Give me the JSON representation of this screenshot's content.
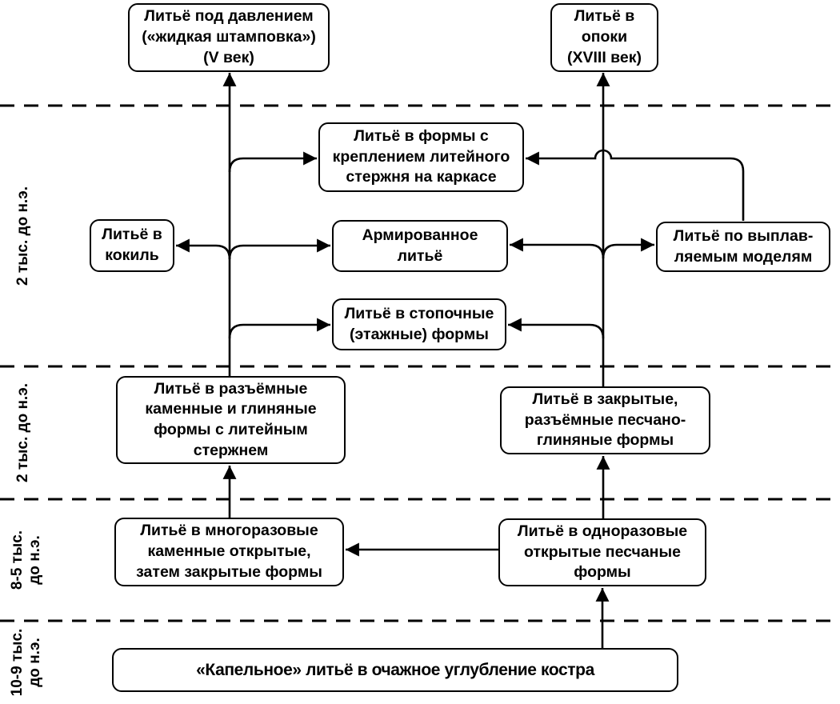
{
  "diagram": {
    "nodes": {
      "pressure": {
        "label": "Литьё под давлением\n(«жидкая штамповка»)\n(V век)"
      },
      "flask": {
        "label": "Литьё в\nопоки\n(XVIII век)"
      },
      "karkas": {
        "label": "Литьё в формы с\nкреплением литейного\nстержня на каркасе"
      },
      "kokil": {
        "label": "Литьё в\nкокиль"
      },
      "armir": {
        "label": "Армированное\nлитьё"
      },
      "vyplav": {
        "label": "Литьё по выплав-\nляемым моделям"
      },
      "stopoch": {
        "label": "Литьё в стопочные\n(этажные) формы"
      },
      "razyom": {
        "label": "Литьё в разъёмные\nкаменные и глиняные\nформы с литейным\nстержнем"
      },
      "zakryt": {
        "label": "Литьё в закрытые,\nразъёмные песчано-\nглиняные формы"
      },
      "mnogoraz": {
        "label": "Литьё в многоразовые\nкаменные открытые,\nзатем закрытые формы"
      },
      "odnoraz": {
        "label": "Литьё в одноразовые\nоткрытые песчаные\nформы"
      },
      "kapel": {
        "label": "«Капельное» литьё в очажное углубление костра"
      }
    },
    "era_labels": [
      "2 тыс. до н.э.",
      "2 тыс. до н.э.",
      "8-5 тыс.\nдо н.э.",
      "10-9 тыс.\nдо н.э."
    ],
    "colors": {
      "line": "#000000",
      "box_fill": "#ffffff",
      "background": "#ffffff"
    }
  }
}
